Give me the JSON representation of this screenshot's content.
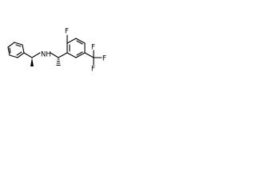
{
  "molecule": {
    "atoms": {
      "nh": "NH",
      "f_ring": "F",
      "f_top": "F",
      "f_right": "F",
      "f_bottom": "F"
    }
  }
}
